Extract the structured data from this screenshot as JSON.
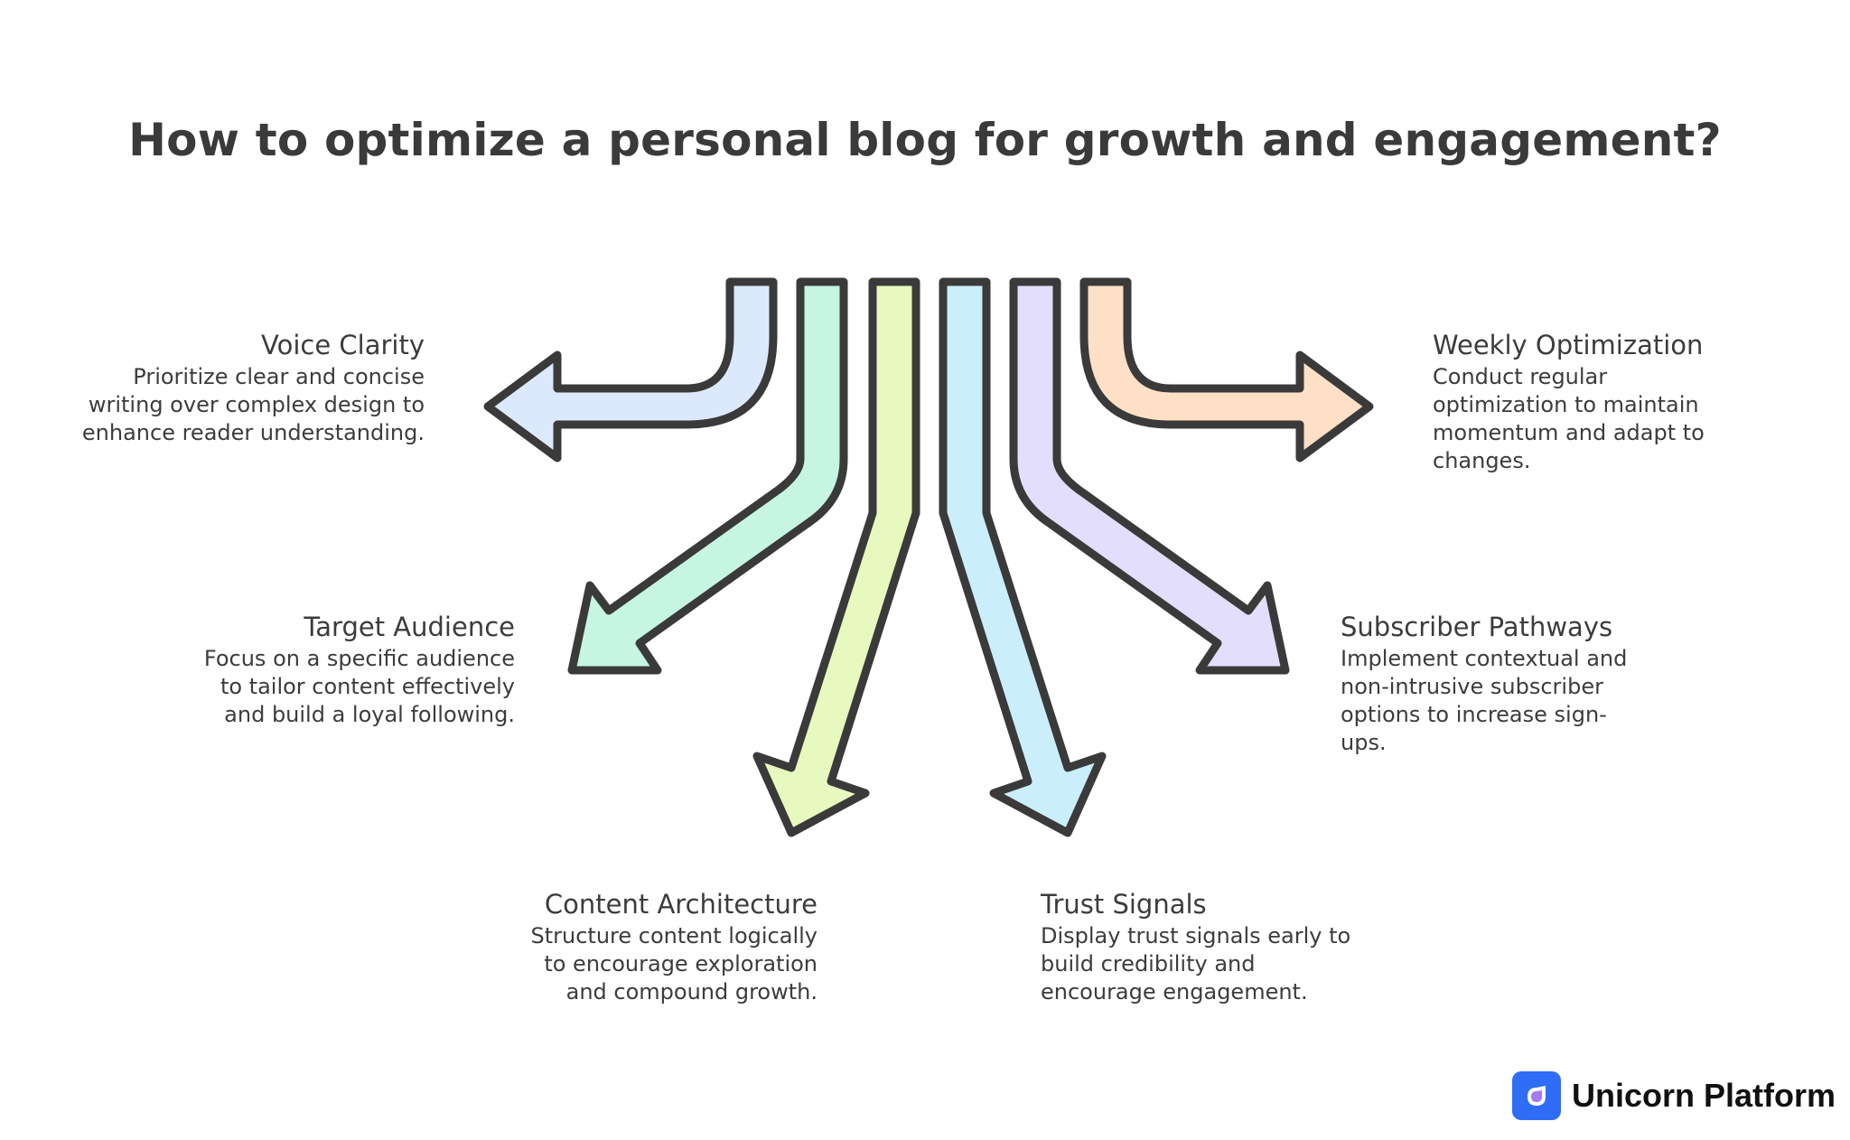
{
  "title": "How to optimize a personal blog for growth and engagement?",
  "colors": {
    "stroke": "#3a3a3a",
    "voice_clarity": "#dce8fb",
    "target_audience": "#c6f5e1",
    "content_architecture": "#e8f9bf",
    "trust_signals": "#cbeefb",
    "subscriber_pathways": "#e3defb",
    "weekly_optimization": "#fde0c6",
    "brand_blue": "#2f6df6",
    "brand_purple": "#a77bf0"
  },
  "items": [
    {
      "heading": "Voice Clarity",
      "description": "Prioritize clear and concise writing over complex design to enhance reader understanding."
    },
    {
      "heading": "Target Audience",
      "description": "Focus on a specific audience to tailor content effectively and build a loyal following."
    },
    {
      "heading": "Content Architecture",
      "description": "Structure content logically to encourage exploration and compound growth."
    },
    {
      "heading": "Trust Signals",
      "description": "Display trust signals early to build credibility and encourage engagement."
    },
    {
      "heading": "Subscriber Pathways",
      "description": "Implement contextual and non-intrusive subscriber options to increase sign-ups."
    },
    {
      "heading": "Weekly Optimization",
      "description": "Conduct regular optimization to maintain momentum and adapt to changes."
    }
  ],
  "branding": {
    "name": "Unicorn Platform",
    "logo_icon": "unicorn-drop-icon"
  }
}
